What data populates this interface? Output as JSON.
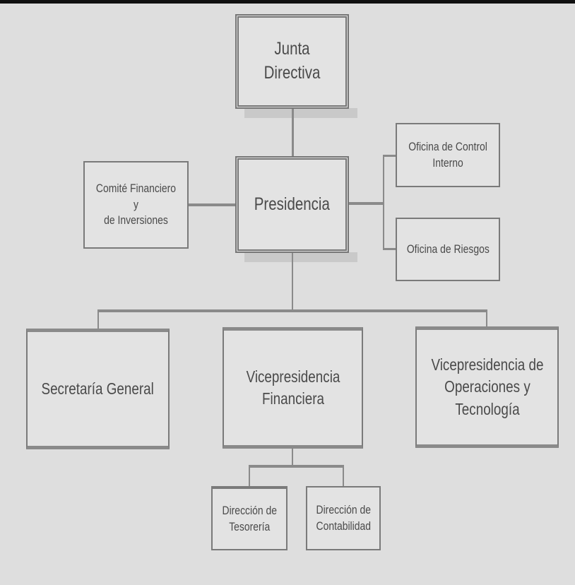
{
  "org_chart": {
    "junta": "Junta Directiva",
    "comite": [
      "Comité Financiero y",
      "de Inversiones"
    ],
    "presidencia": "Presidencia",
    "control_interno": [
      "Oficina de Control",
      "Interno"
    ],
    "riesgos": "Oficina de Riesgos",
    "secretaria": "Secretaría General",
    "vp_financiera": [
      "Vicepresidencia",
      "Financiera"
    ],
    "vp_operaciones": [
      "Vicepresidencia de",
      "Operaciones y",
      "Tecnología"
    ],
    "tesoreria": [
      "Dirección de",
      "Tesorería"
    ],
    "contabilidad": [
      "Dirección de",
      "Contabilidad"
    ]
  }
}
